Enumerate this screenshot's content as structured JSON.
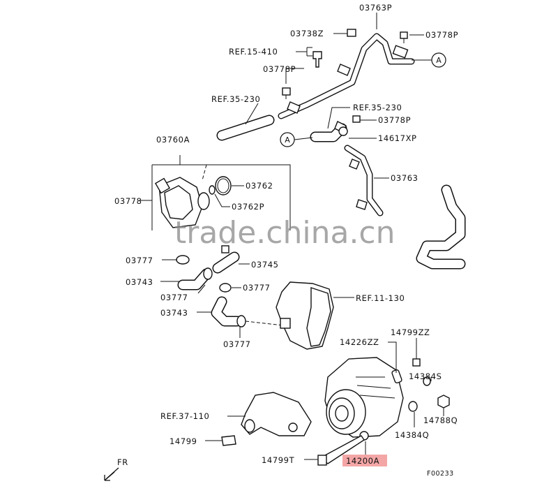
{
  "labels": {
    "p03763P": "03763P",
    "p03738Z": "03738Z",
    "p03778P_top": "03778P",
    "ref15410": "REF.15-410",
    "p03778P_mid": "03778P",
    "ref35230_left": "REF.35-230",
    "ref35230_right": "REF.35-230",
    "p03778P_right": "03778P",
    "p14617XP": "14617XP",
    "p03760A": "03760A",
    "p03763": "03763",
    "p03762": "03762",
    "p03762P": "03762P",
    "p03778": "03778",
    "p03777_a": "03777",
    "p03745": "03745",
    "p03743_a": "03743",
    "p03777_b": "03777",
    "p03777_c": "03777",
    "ref11130": "REF.11-130",
    "p03743_b": "03743",
    "p03777_d": "03777",
    "p14799ZZ": "14799ZZ",
    "p14226ZZ": "14226ZZ",
    "p14384S": "14384S",
    "ref37110": "REF.37-110",
    "p14788Q": "14788Q",
    "p14799": "14799",
    "p14384Q": "14384Q",
    "p14799T": "14799T",
    "p14200A": "14200A",
    "fr": "FR",
    "figure_code": "F00233"
  },
  "callout_letter": "A",
  "watermark": "trade.china.cn",
  "colors": {
    "ink": "#111111",
    "highlight": "#f4a6a6",
    "watermark": "#8a8a8a"
  }
}
